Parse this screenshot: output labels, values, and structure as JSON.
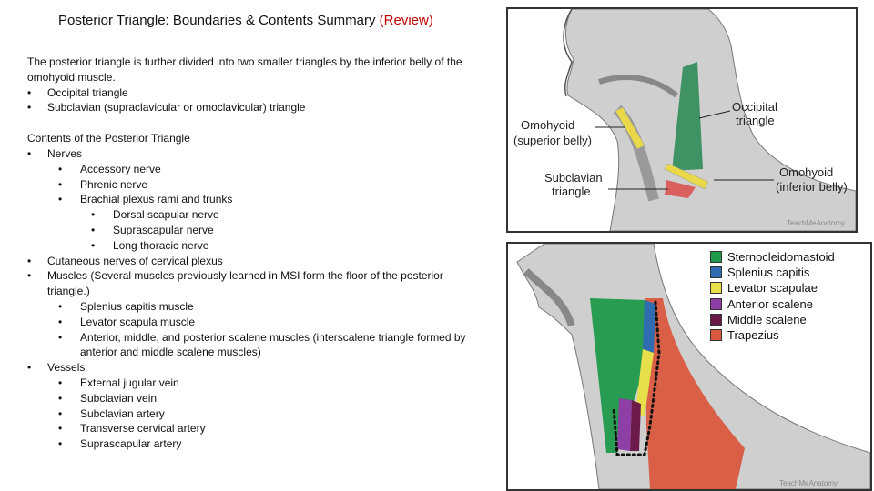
{
  "title": {
    "main": "Posterior Triangle: Boundaries & Contents Summary ",
    "review": "(Review)"
  },
  "intro": {
    "text": "The posterior triangle is further divided into two smaller triangles by the inferior belly of the omohyoid muscle.",
    "items": [
      "Occipital triangle",
      "Subclavian (supraclavicular or omoclavicular) triangle"
    ]
  },
  "contents": {
    "heading": "Contents of the Posterior Triangle",
    "nerves": {
      "label": "Nerves",
      "items": [
        "Accessory nerve",
        "Phrenic nerve",
        "Brachial plexus rami and trunks"
      ],
      "brachial_sub": [
        "Dorsal scapular nerve",
        "Suprascapular nerve",
        "Long thoracic nerve"
      ]
    },
    "cutaneous": "Cutaneous nerves of cervical plexus",
    "muscles": {
      "label": "Muscles (Several muscles previously learned in MSI form the floor of the posterior triangle.)",
      "items": [
        "Splenius capitis muscle",
        "Levator scapula muscle",
        "Anterior, middle, and posterior scalene muscles (interscalene triangle formed by anterior and middle scalene muscles)"
      ]
    },
    "vessels": {
      "label": "Vessels",
      "items": [
        "External jugular vein",
        "Subclavian vein",
        "Subclavian artery",
        "Transverse cervical artery",
        "Suprascapular artery"
      ]
    }
  },
  "bullet": "•",
  "figure1": {
    "labels": {
      "occipital_line1": "Occipital",
      "occipital_line2": "triangle",
      "omohyoid_sup_line1": "Omohyoid",
      "omohyoid_sup_line2": "(superior belly)",
      "omohyoid_inf_line1": "Omohyoid",
      "omohyoid_inf_line2": "(inferior belly)",
      "subclavian_line1": "Subclavian",
      "subclavian_line2": "triangle"
    },
    "credit": "TeachMeAnatomy",
    "colors": {
      "occipital": "#2e8b57",
      "omohyoid": "#e8d84a",
      "subclavian": "#d9534f"
    }
  },
  "figure2": {
    "legend": [
      {
        "label": "Sternocleidomastoid",
        "color": "#1f9a4a"
      },
      {
        "label": "Splenius capitis",
        "color": "#2f6db0"
      },
      {
        "label": "Levator scapulae",
        "color": "#e7e04a"
      },
      {
        "label": "Anterior scalene",
        "color": "#8e3fa6"
      },
      {
        "label": "Middle scalene",
        "color": "#6b1a4a"
      },
      {
        "label": "Trapezius",
        "color": "#d9583f"
      }
    ],
    "credit": "TeachMeAnatomy"
  }
}
